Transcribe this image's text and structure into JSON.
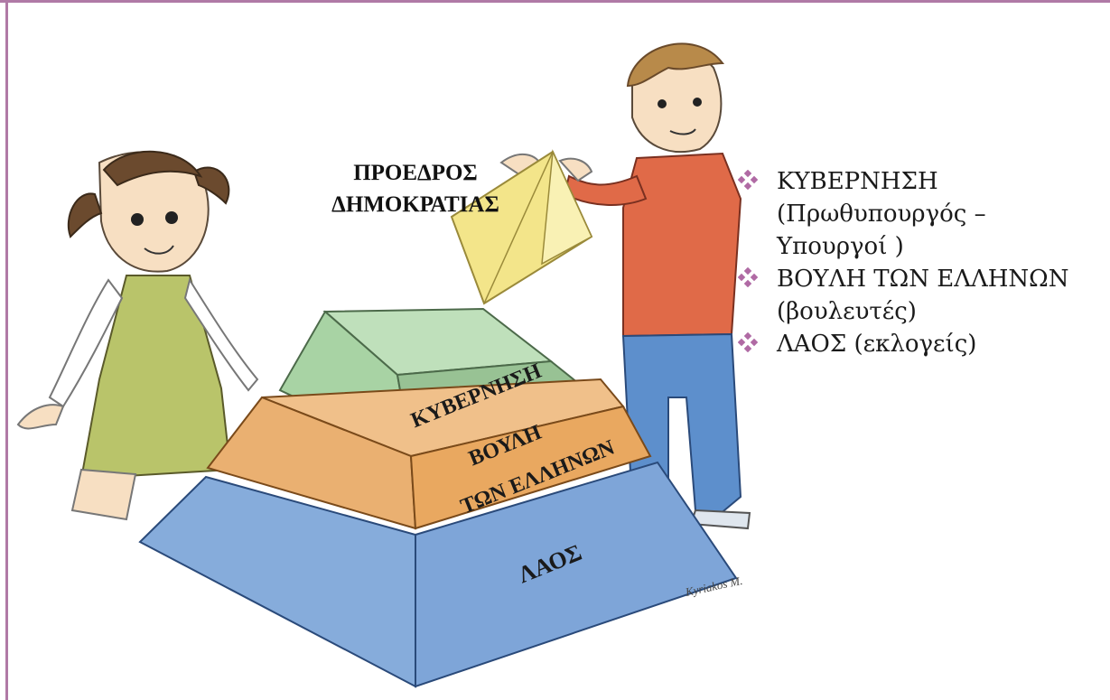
{
  "pyramid": {
    "top_label": [
      "ΠΡΟΕΔΡΟΣ",
      "ΔΗΜΟΚΡΑΤΙΑΣ"
    ],
    "tier_1": "ΚΥΒΕΡΝΗΣΗ",
    "tier_2": [
      "ΒΟΥΛΗ",
      "ΤΩΝ ΕΛΛΗΝΩΝ"
    ],
    "tier_3": "ΛΑΟΣ"
  },
  "bullets": [
    {
      "lines": [
        "ΚΥΒΕΡΝΗΣΗ",
        "(Πρωθυπουργός –",
        "Υπουργοί )"
      ]
    },
    {
      "lines": [
        "ΒΟΥΛΗ ΤΩΝ ΕΛΛΗΝΩΝ",
        "(βουλευτές)"
      ]
    },
    {
      "lines": [
        "ΛΑΟΣ (εκλογείς)"
      ]
    }
  ],
  "colors": {
    "frame": "#b07aa6",
    "bullet": "#b06aa4",
    "tier_top": "#a8d3a4",
    "tier_middle": "#e9a860",
    "tier_bottom": "#7ea5d8",
    "capstone": "#f3e58a"
  },
  "signature": "Kyriakos M."
}
